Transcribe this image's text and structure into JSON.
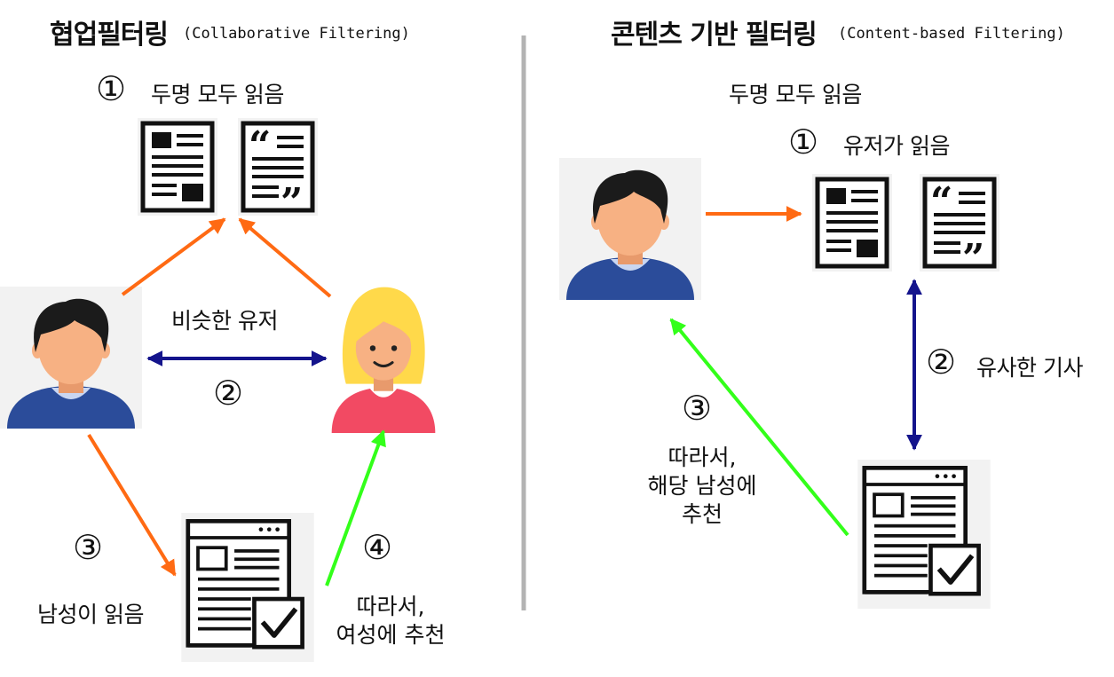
{
  "left": {
    "title": "협업필터링",
    "title_en": "(Collaborative Filtering)",
    "both_read": "두명 모두 읽음",
    "similar_user": "비슷한 유저",
    "male_read": "남성이 읽음",
    "recommend_female": "따라서,\n여성에 추천",
    "steps": [
      "①",
      "②",
      "③",
      "④"
    ]
  },
  "right": {
    "title": "콘텐츠 기반 필터링",
    "title_en": "(Content-based Filtering)",
    "both_read": "두명 모두 읽음",
    "user_read": "유저가 읽음",
    "similar_article": "유사한 기사",
    "recommend_male": "따라서,\n해당 남성에\n추천",
    "steps": [
      "①",
      "②",
      "③"
    ]
  },
  "colors": {
    "orange_arrow": "#ff6a13",
    "navy_arrow": "#14148c",
    "green_arrow": "#33ff1a",
    "divider": "#b3b3b3",
    "shirt_blue": "#2b4c9a",
    "collar": "#c9d6f2",
    "skin": "#f7b183",
    "hair_dark": "#1b1b1b",
    "hair_blonde": "#ffd94a",
    "shirt_pink": "#f24a63",
    "icon_bg": "#f2f2f2"
  },
  "icons": [
    "user-male-icon",
    "user-female-icon",
    "newspaper-icon",
    "quote-document-icon",
    "article-check-icon"
  ]
}
